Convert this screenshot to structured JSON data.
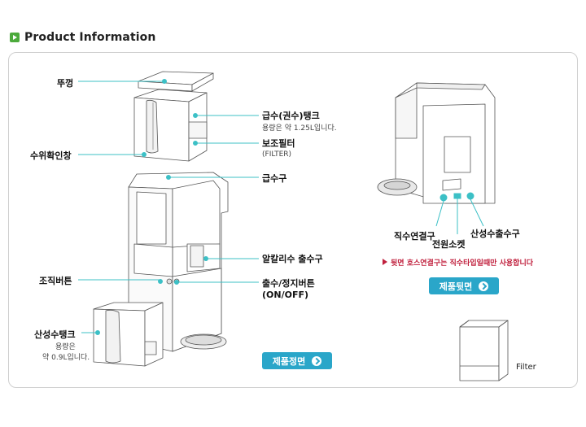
{
  "section": {
    "title": "Product Information"
  },
  "front": {
    "labels": {
      "lid": "뚜껑",
      "water_window": "수위확인창",
      "supply_tank": "급수(권수)탱크",
      "supply_tank_note": "용량은 약 1.25L입니다.",
      "aux_filter": "보조필터",
      "aux_filter_note": "(FILTER)",
      "inlet": "급수구",
      "alkaline_outlet": "알칼리수 출수구",
      "control_button": "조직버튼",
      "dispense_button": "출수/정지버튼",
      "dispense_button_note": "(ON/OFF)",
      "acid_tank": "산성수탱크",
      "acid_tank_note1": "용량은",
      "acid_tank_note2": "약 0.9L입니다."
    },
    "button_label": "제품정면"
  },
  "back": {
    "labels": {
      "direct_connect": "직수연결구",
      "power_socket": "전원소켓",
      "acid_outlet": "산성수출수구"
    },
    "note": "뒷면 호스연결구는 직수타입일때만 사용합니다",
    "button_label": "제품뒷면"
  },
  "filter_box": {
    "label": "Filter"
  },
  "colors": {
    "accent": "#2aa6c9",
    "leader": "#3cc0c6",
    "note": "#c0203d",
    "heading_icon": "#4caa3c"
  }
}
